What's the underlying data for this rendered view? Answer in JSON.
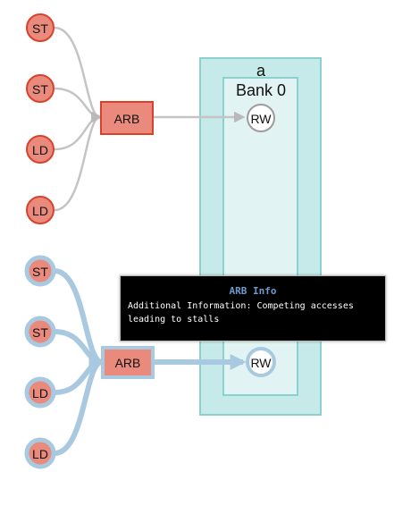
{
  "bank": {
    "outer_label": "a",
    "inner_label": "Bank 0"
  },
  "groups": [
    {
      "state": "normal",
      "sources": [
        "ST",
        "ST",
        "LD",
        "LD"
      ],
      "arbiter_label": "ARB",
      "port_label": "RW"
    },
    {
      "state": "highlighted",
      "sources": [
        "ST",
        "ST",
        "LD",
        "LD"
      ],
      "arbiter_label": "ARB",
      "port_label": "RW"
    }
  ],
  "tooltip": {
    "title": "ARB Info",
    "body": "Additional Information: Competing accesses leading to stalls"
  },
  "colors": {
    "node_fill": "#ea8a7c",
    "node_stroke": "#d9412a",
    "bank_outer_fill": "#c6eaea",
    "bank_outer_stroke": "#8ad1cf",
    "bank_inner_fill": "#e1f4f3",
    "edge_normal": "#c4c4c4",
    "edge_highlight": "#a9c9e0",
    "port_stroke_normal": "#9c9c9c"
  }
}
